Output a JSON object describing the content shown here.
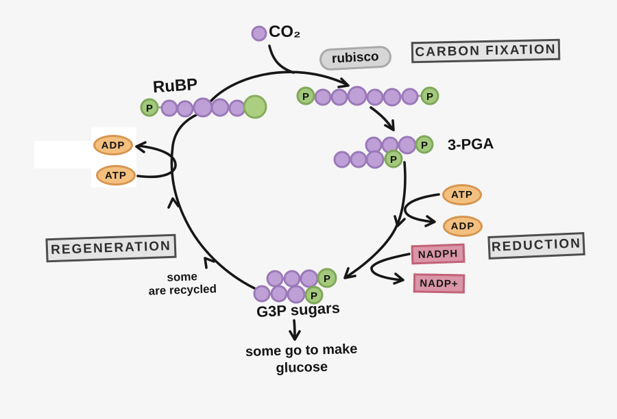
{
  "title": "Calvin cycle diagram",
  "labels": {
    "co2": "CO₂",
    "rubisco": "rubisco",
    "carbon_fixation": "CARBON FIXATION",
    "rubp": "RuBP",
    "three_pga": "3-PGA",
    "atp": "ATP",
    "adp": "ADP",
    "nadph": "NADPH",
    "nadp_plus": "NADP+",
    "reduction": "REDUCTION",
    "regeneration": "REGENERATION",
    "recycled_line1": "some",
    "recycled_line2": "are recycled",
    "g3p_sugars": "G3P sugars",
    "glucose_line1": "some go to make",
    "glucose_line2": "glucose",
    "p": "P"
  },
  "molecules": {
    "rubp": {
      "name": "RuBP",
      "carbons": 5,
      "phosphates": 1
    },
    "six_carbon_intermediate": {
      "carbons": 6,
      "phosphates": 2
    },
    "three_pga": {
      "name": "3-PGA",
      "copies": 2,
      "carbons": 3,
      "phosphates": 1
    },
    "g3p": {
      "name": "G3P sugars",
      "copies": 2,
      "carbons": 3,
      "phosphates": 1
    }
  },
  "stages": [
    "CARBON FIXATION",
    "REDUCTION",
    "REGENERATION"
  ],
  "colors": {
    "background": "#f6f6f6",
    "carbon_fill": "#bfa0d6",
    "carbon_stroke": "#9a79b8",
    "phosphate_fill": "#a3ca7c",
    "phosphate_stroke": "#7fa75a",
    "atp_fill": "#f3c07f",
    "atp_stroke": "#d6954f",
    "nadph_fill": "#db95a8",
    "nadph_stroke": "#c26278",
    "stage_box_fill": "#e4e4e4",
    "stage_box_stroke": "#4d4d4d",
    "arrow": "#171717"
  }
}
